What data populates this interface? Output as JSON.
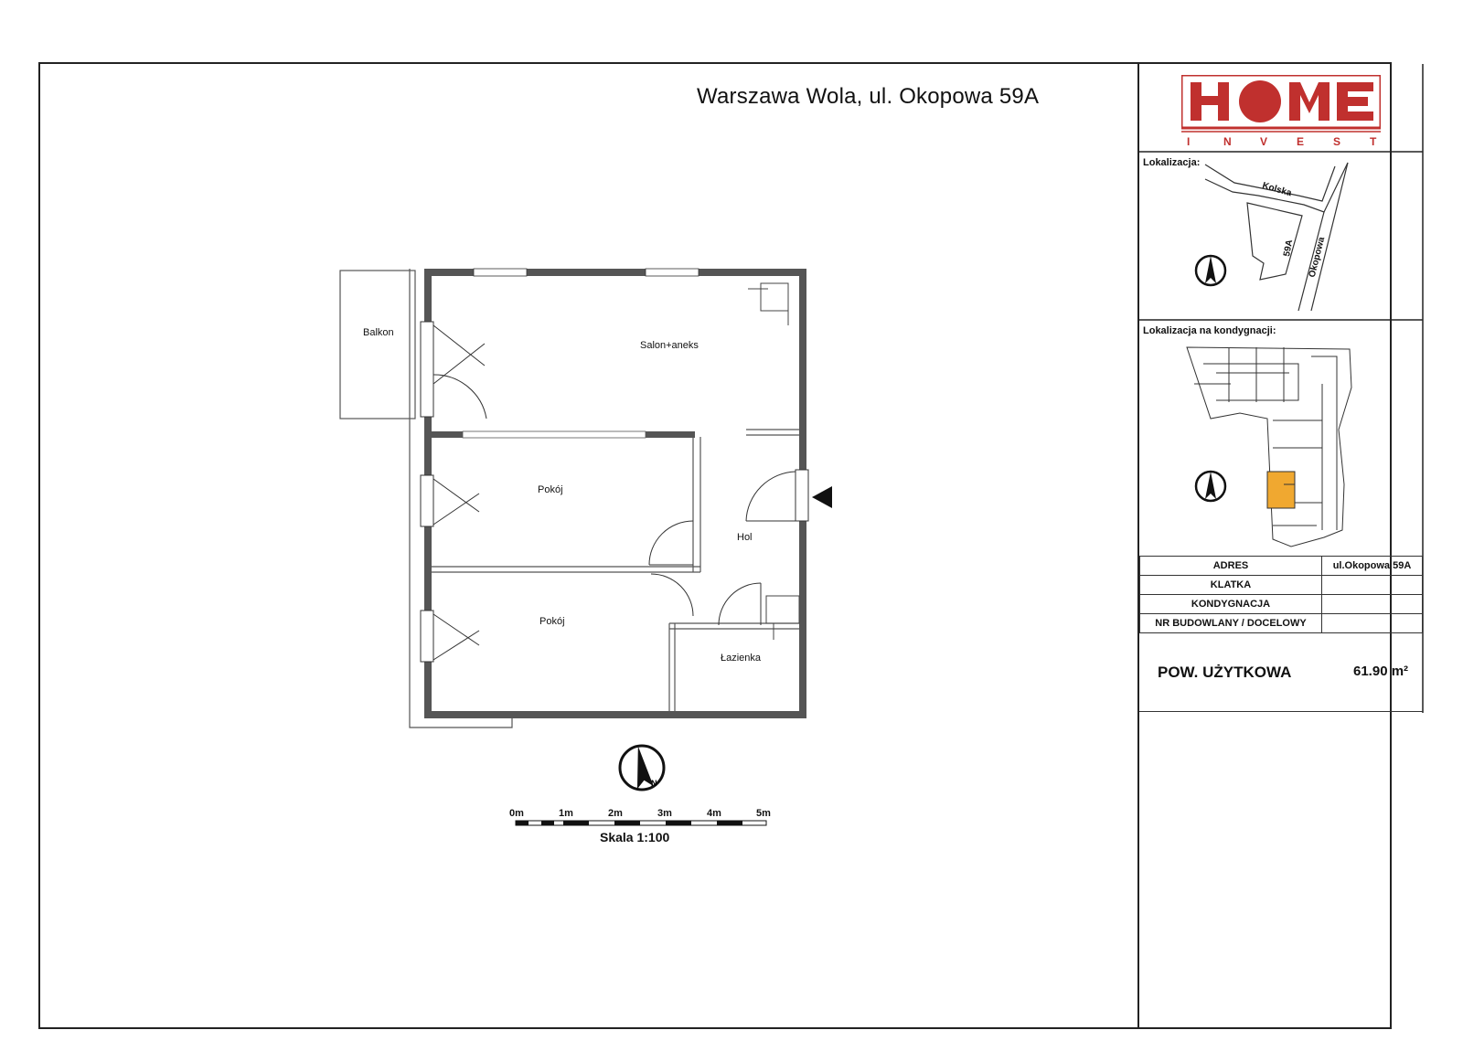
{
  "header": {
    "address_title": "Warszawa Wola, ul. Okopowa 59A"
  },
  "logo": {
    "word": "HOME",
    "sub": "INVEST",
    "letters": [
      "I",
      "N",
      "V",
      "E",
      "S",
      "T"
    ],
    "color": "#c0302e"
  },
  "plan": {
    "rooms": {
      "balkon": "Balkon",
      "salon": "Salon+aneks",
      "pokoj1": "Pokój",
      "pokoj2": "Pokój",
      "hol": "Hol",
      "lazienka": "Łazienka"
    }
  },
  "scale": {
    "ticks": [
      "0m",
      "1m",
      "2m",
      "3m",
      "4m",
      "5m"
    ],
    "label": "Skala 1:100"
  },
  "side": {
    "lokalizacja": "Lokalizacja:",
    "streets": {
      "kolska": "Kolska",
      "okopowa": "Okopowa",
      "building": "59A"
    },
    "kondygnacja": "Lokalizacja na kondygnacji:",
    "highlight_color": "#f0a830"
  },
  "table": {
    "rows": [
      {
        "label": "ADRES",
        "value": "ul.Okopowa 59A"
      },
      {
        "label": "KLATKA",
        "value": ""
      },
      {
        "label": "KONDYGNACJA",
        "value": ""
      },
      {
        "label": "NR BUDOWLANY / DOCELOWY",
        "value": ""
      }
    ]
  },
  "area": {
    "label": "POW. UŻYTKOWA",
    "value": "61.90 m²"
  },
  "icons": {
    "north": "north-arrow-icon",
    "entrance": "entrance-triangle-icon"
  }
}
